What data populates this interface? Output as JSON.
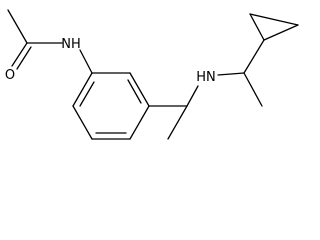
{
  "molecule": {
    "atoms": [
      {
        "id": "O1",
        "label": "O"
      },
      {
        "id": "N1",
        "label": "NH"
      },
      {
        "id": "N2",
        "label": "HN"
      }
    ],
    "colors": {
      "bond": "#000000",
      "label": "#000000",
      "background": "#ffffff"
    }
  }
}
